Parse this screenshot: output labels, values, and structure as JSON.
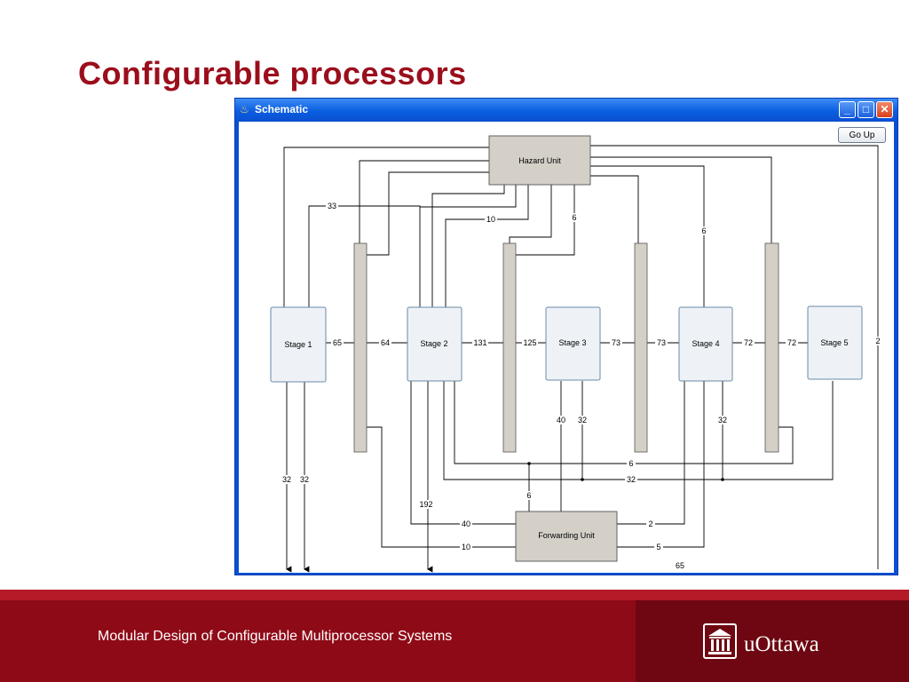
{
  "slide": {
    "title": "Configurable processors",
    "footer_text": "Modular Design of Configurable Multiprocessor Systems",
    "logo_text": "uOttawa"
  },
  "window": {
    "title": "Schematic",
    "go_up_label": "Go Up",
    "title_icon": "java-cup-icon"
  },
  "schematic": {
    "blocks": {
      "hazard": "Hazard Unit",
      "forwarding": "Forwarding Unit",
      "stage1": "Stage 1",
      "stage2": "Stage 2",
      "stage3": "Stage 3",
      "stage4": "Stage 4",
      "stage5": "Stage 5"
    },
    "labels": {
      "w33": "33",
      "w10_top": "10",
      "w6_a": "6",
      "w6_b": "6",
      "w65_s1": "65",
      "w64": "64",
      "w131": "131",
      "w125": "125",
      "w73_a": "73",
      "w73_b": "73",
      "w72_a": "72",
      "w72_b": "72",
      "w2_right": "2",
      "w40_s3": "40",
      "w32_s3": "32",
      "w32_s4": "32",
      "w6_bus": "6",
      "w32_bus": "32",
      "w32_s1a": "32",
      "w32_s1b": "32",
      "w6_fwd": "6",
      "w192": "192",
      "w40_fwd": "40",
      "w10_fwd": "10",
      "w2_fwd": "2",
      "w5_fwd": "5",
      "w65_bottom": "65"
    }
  }
}
